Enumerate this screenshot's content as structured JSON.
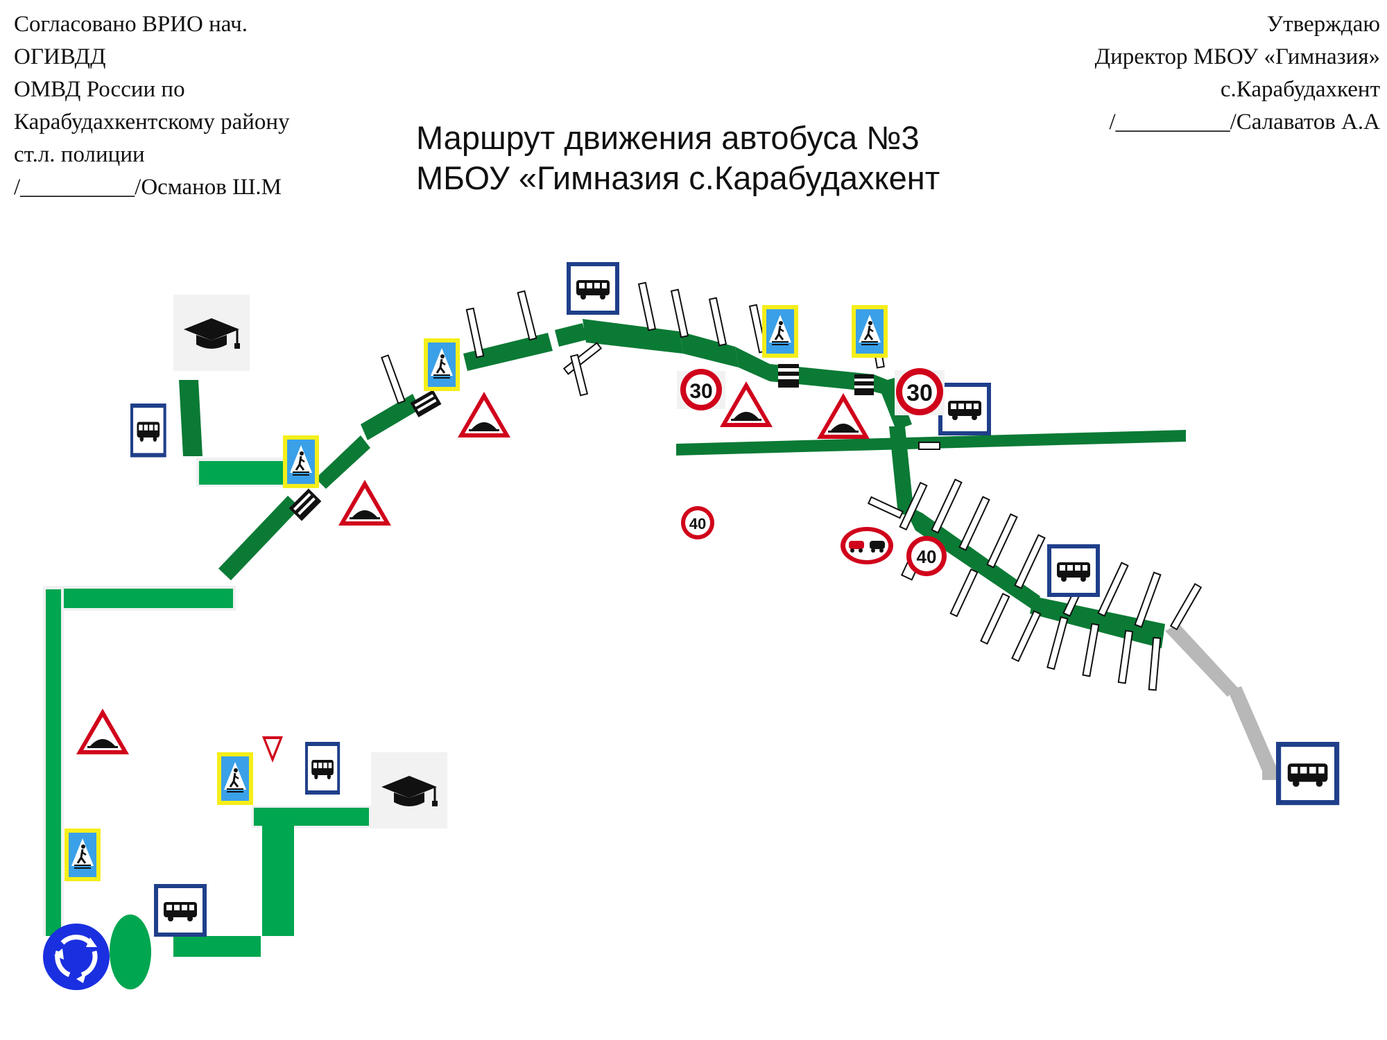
{
  "header": {
    "left_lines": [
      "Согласовано ВРИО нач.",
      "ОГИВДД",
      "ОМВД России по",
      "Карабудахкентскому району",
      "ст.л. полиции",
      "/__________/Османов Ш.М"
    ],
    "right_lines": [
      "Утверждаю",
      "Директор МБОУ «Гимназия»",
      "с.Карабудахкент",
      "/__________/Салаватов А.А"
    ]
  },
  "title_lines": [
    "Маршрут движения автобуса  №3",
    "МБОУ «Гимназия с.Карабудахкент"
  ],
  "signs": {
    "speed_30": "30",
    "speed_40": "40"
  },
  "colors": {
    "route_green": "#00a650",
    "route_dark_green": "#0b7a35",
    "gray_road": "#b8b8b8",
    "sign_red": "#d0021b",
    "sign_blue": "#1f3f8a",
    "crossing_blue": "#3aa0e8",
    "crossing_yellow": "#f5ee19",
    "roundabout_blue": "#1a2fe0"
  },
  "icons": [
    "school-icon",
    "bus-stop-icon",
    "pedestrian-crossing-icon",
    "speed-bump-warning-icon",
    "speed-limit-icon",
    "no-overtaking-icon",
    "yield-icon",
    "roundabout-icon"
  ]
}
